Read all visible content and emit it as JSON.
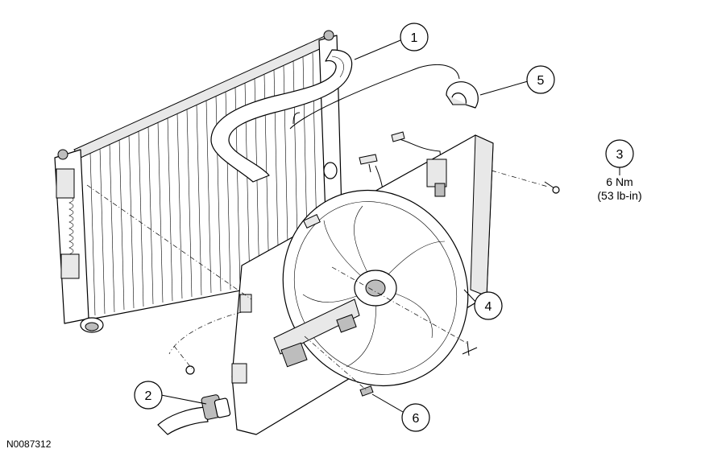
{
  "figure_id": "N0087312",
  "callouts": [
    {
      "number": "1"
    },
    {
      "number": "2"
    },
    {
      "number": "3",
      "spec_lines": [
        "6 Nm",
        "(53 lb-in)"
      ]
    },
    {
      "number": "4"
    },
    {
      "number": "5"
    },
    {
      "number": "6"
    }
  ]
}
